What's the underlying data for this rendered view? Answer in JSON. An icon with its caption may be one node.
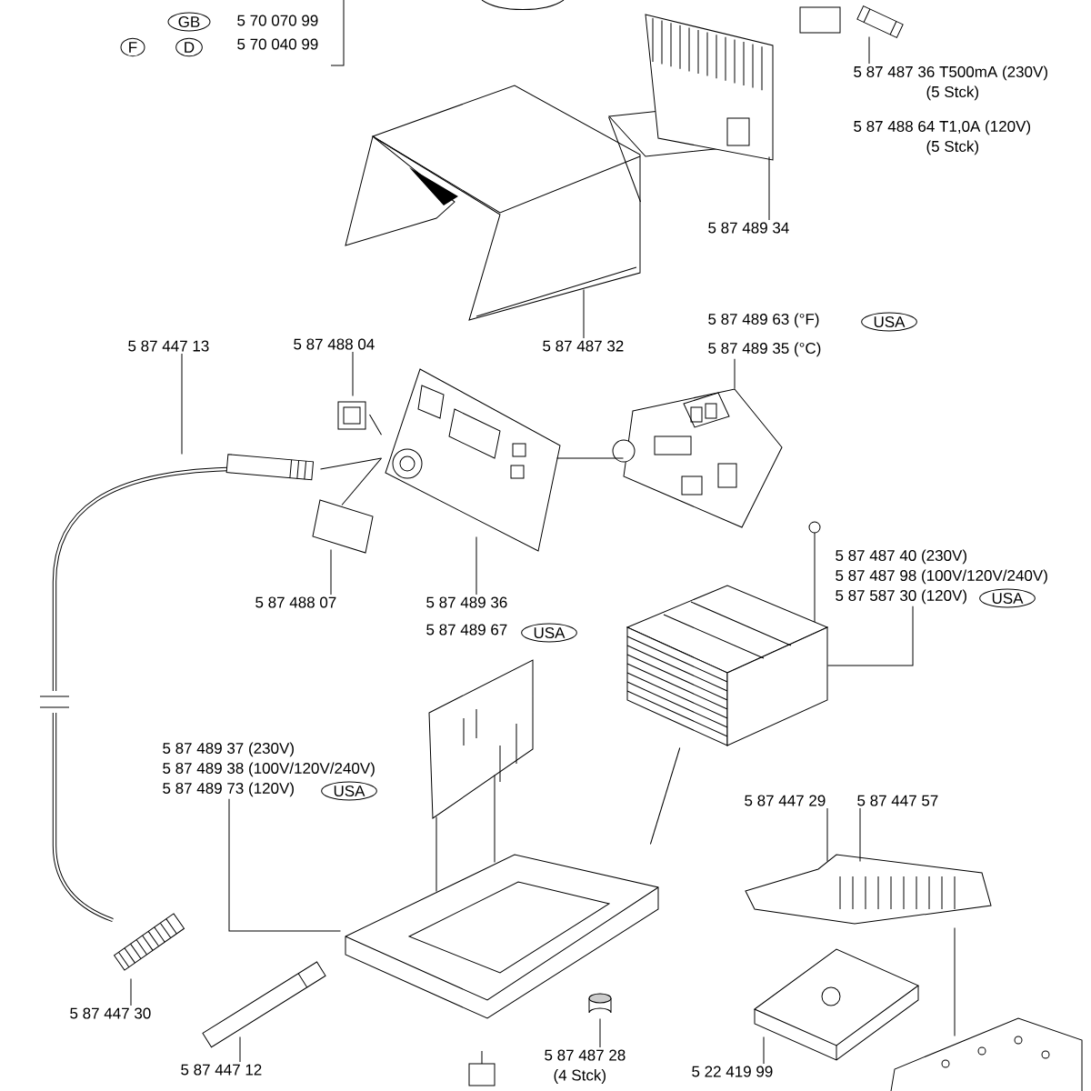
{
  "diagram": {
    "nodes": [
      {
        "text": [
          "GB"
        ]
      },
      {
        "text": [
          "F"
        ]
      },
      {
        "text": [
          "D"
        ]
      },
      {
        "text": [
          "5 70 070 99"
        ]
      },
      {
        "text": [
          "5 70 040 99"
        ]
      },
      {
        "text": [],
        "shape": "picture"
      },
      {
        "text": [],
        "shape": "picture"
      },
      {
        "text": [
          "5 87 487 36 T500mA (230V)",
          "(5 Stck)"
        ]
      },
      {
        "text": [
          "5 87 488 64 T1,0A (120V)",
          "(5 Stck)"
        ]
      },
      {
        "text": [
          "5 87 489 34"
        ]
      },
      {
        "text": [],
        "shape": "picture"
      },
      {
        "text": [
          "5 87 487 32"
        ]
      },
      {
        "text": [
          "5 87 489 63 (°F)"
        ]
      },
      {
        "text": [
          "USA"
        ]
      },
      {
        "text": [
          "5 87 489 35 (°C)"
        ]
      },
      {
        "text": [],
        "shape": "picture"
      },
      {
        "text": [
          "5 87 447 13"
        ]
      },
      {
        "text": [
          "5 87 488 04"
        ]
      },
      {
        "text": [],
        "shape": "picture"
      },
      {
        "text": [],
        "shape": "picture"
      },
      {
        "text": [],
        "shape": "picture"
      },
      {
        "text": [],
        "shape": "picture"
      },
      {
        "text": [
          "5 87 488 07"
        ]
      },
      {
        "text": [
          "5 87 489 36"
        ]
      },
      {
        "text": [
          "5 87 489 67"
        ]
      },
      {
        "text": [
          "USA"
        ]
      },
      {
        "text": [],
        "shape": "picture"
      },
      {
        "text": [
          "5 87 487 40 (230V)",
          "5 87 487 98 (100V/120V/240V)",
          "5 87 587 30 (120V)"
        ]
      },
      {
        "text": [
          "USA"
        ]
      },
      {
        "text": [],
        "shape": "picture"
      },
      {
        "text": [],
        "shape": "picture"
      },
      {
        "text": [
          "5 87 489 37 (230V)",
          "5 87 489 38 (100V/120V/240V)",
          "5 87 489 73 (120V)"
        ]
      },
      {
        "text": [
          "USA"
        ]
      },
      {
        "text": [],
        "shape": "picture"
      },
      {
        "text": [],
        "shape": "picture"
      },
      {
        "text": [
          "5 87 487 28",
          "(4 Stck)"
        ]
      },
      {
        "text": [],
        "shape": "picture"
      },
      {
        "text": [
          "5 87 447 30"
        ]
      },
      {
        "text": [],
        "shape": "picture"
      },
      {
        "text": [
          "5 87 447 12"
        ]
      },
      {
        "text": [
          "5 87 447 29"
        ]
      },
      {
        "text": [
          "5 87 447 57"
        ]
      },
      {
        "text": [],
        "shape": "picture"
      },
      {
        "text": [],
        "shape": "picture"
      },
      {
        "text": [
          "5 22 419 99"
        ]
      },
      {
        "text": [],
        "shape": "picture"
      }
    ],
    "edges": [
      {
        "from": 7,
        "to": 6,
        "arrow": "none"
      },
      {
        "from": 9,
        "to": 5,
        "arrow": "none"
      },
      {
        "from": 11,
        "to": 10,
        "arrow": "none"
      },
      {
        "from": 14,
        "to": 15,
        "arrow": "none"
      },
      {
        "from": 16,
        "to": 20,
        "arrow": "none"
      },
      {
        "from": 17,
        "to": 18,
        "arrow": "none"
      },
      {
        "from": 22,
        "to": 21,
        "arrow": "none"
      },
      {
        "from": 23,
        "to": 19,
        "arrow": "none"
      },
      {
        "from": 27,
        "to": 29,
        "arrow": "none"
      },
      {
        "from": 31,
        "to": 33,
        "arrow": "none"
      },
      {
        "from": 35,
        "to": 34,
        "arrow": "none"
      },
      {
        "from": 37,
        "to": 36,
        "arrow": "none"
      },
      {
        "from": 39,
        "to": 38,
        "arrow": "none"
      },
      {
        "from": 40,
        "to": 42,
        "arrow": "none"
      },
      {
        "from": 41,
        "to": 42,
        "arrow": "none"
      },
      {
        "from": 44,
        "to": 43,
        "arrow": "none"
      },
      {
        "from": 20,
        "to": 19,
        "arrow": "none"
      },
      {
        "from": 21,
        "to": 19,
        "arrow": "none"
      },
      {
        "from": 18,
        "to": 19,
        "arrow": "none"
      },
      {
        "from": 19,
        "to": 15,
        "arrow": "none"
      },
      {
        "from": 10,
        "to": 5,
        "arrow": "none"
      },
      {
        "from": 30,
        "to": 33,
        "arrow": "none"
      },
      {
        "from": 30,
        "to": 33,
        "arrow": "none"
      },
      {
        "from": 29,
        "to": 33,
        "arrow": "none"
      },
      {
        "from": 42,
        "to": 45,
        "arrow": "none"
      }
    ]
  }
}
